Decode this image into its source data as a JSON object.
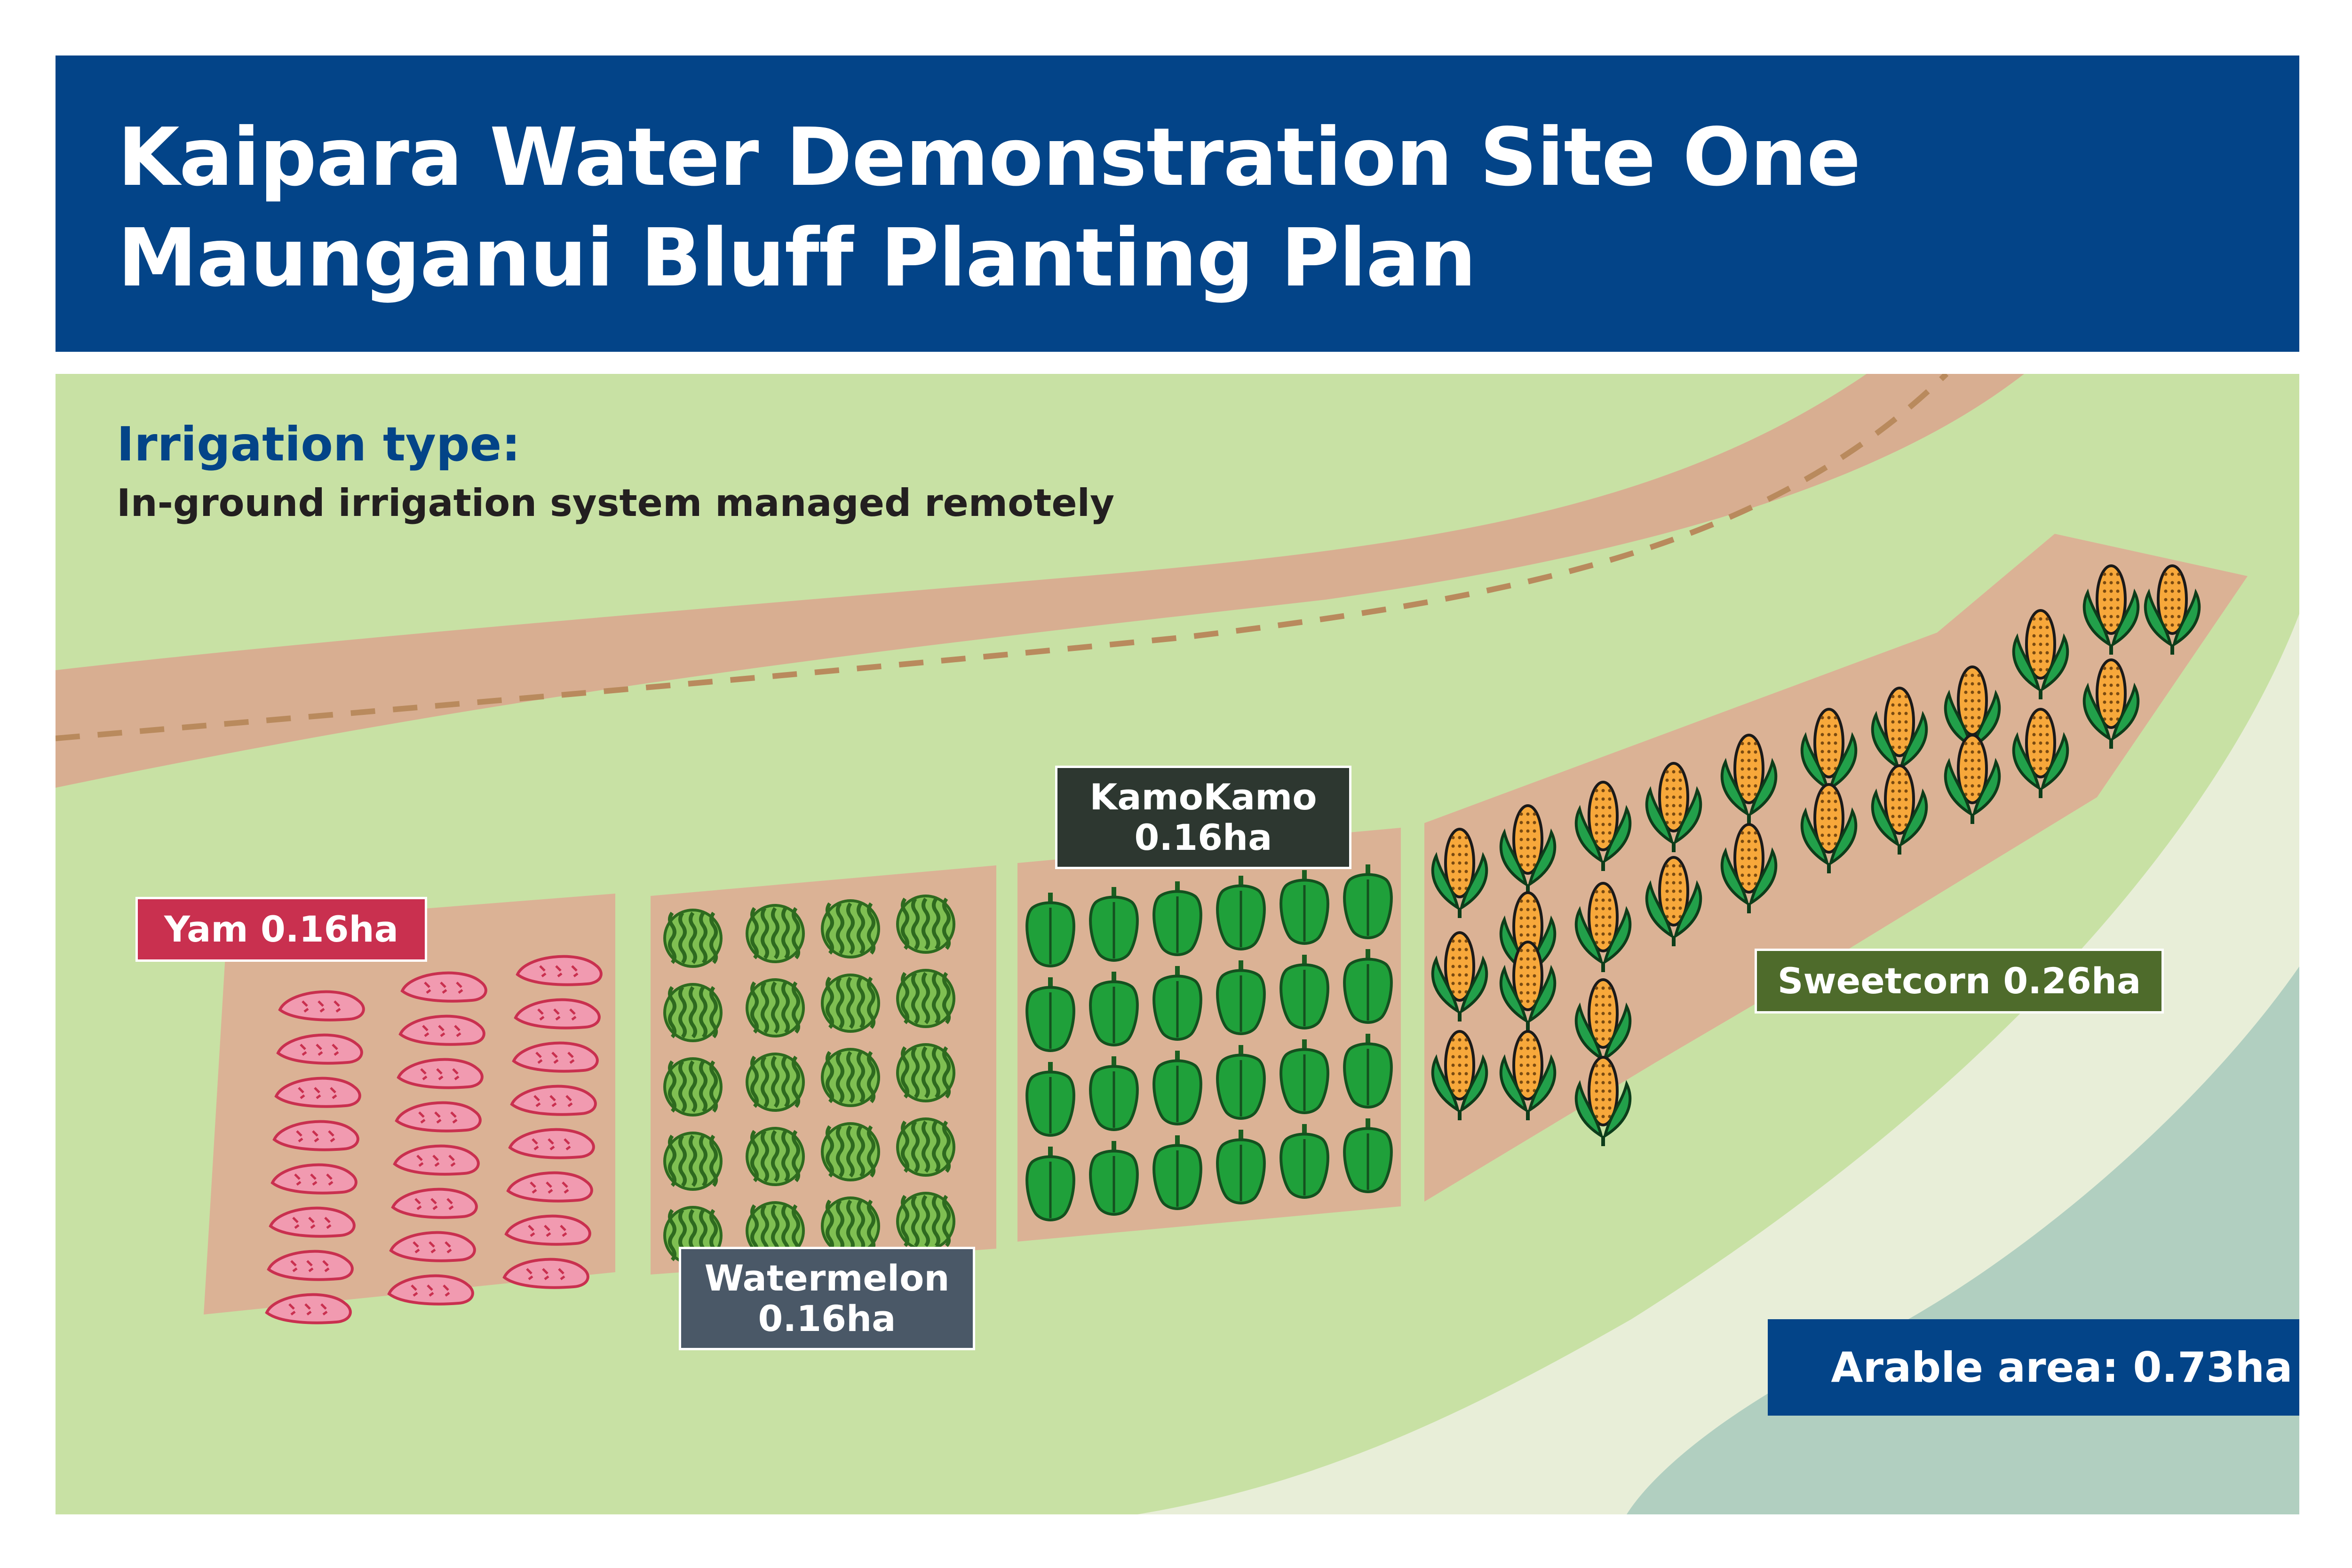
{
  "header": {
    "title_line1": "Kaipara Water Demonstration Site One",
    "title_line2": "Maunganui Bluff Planting Plan"
  },
  "irrigation": {
    "heading": "Irrigation type:",
    "description": "In-ground irrigation system managed remotely"
  },
  "plots": [
    {
      "crop": "Yam",
      "label_line1": "Yam 0.16ha",
      "label_line2": "",
      "area_ha": 0.16,
      "label_color": "#c9304f",
      "icon": "yam-icon"
    },
    {
      "crop": "Watermelon",
      "label_line1": "Watermelon",
      "label_line2": "0.16ha",
      "area_ha": 0.16,
      "label_color": "#4a5867",
      "icon": "watermelon-icon"
    },
    {
      "crop": "KamoKamo",
      "label_line1": "KamoKamo",
      "label_line2": "0.16ha",
      "area_ha": 0.16,
      "label_color": "#2d3730",
      "icon": "kamokamo-icon"
    },
    {
      "crop": "Sweetcorn",
      "label_line1": "Sweetcorn 0.26ha",
      "label_line2": "",
      "area_ha": 0.26,
      "label_color": "#4e6b2b",
      "icon": "sweetcorn-icon"
    }
  ],
  "arable_area": {
    "label": "Arable area: 0.73ha",
    "area_ha": 0.73
  },
  "colors": {
    "header_bg": "#034488",
    "field": "#c8e1a4",
    "plot_soil": "#dbb295",
    "road": "#d8ae91",
    "road_dash": "#b98a5d",
    "beach": "#e8eed8",
    "sea": "#b1cfc0"
  }
}
